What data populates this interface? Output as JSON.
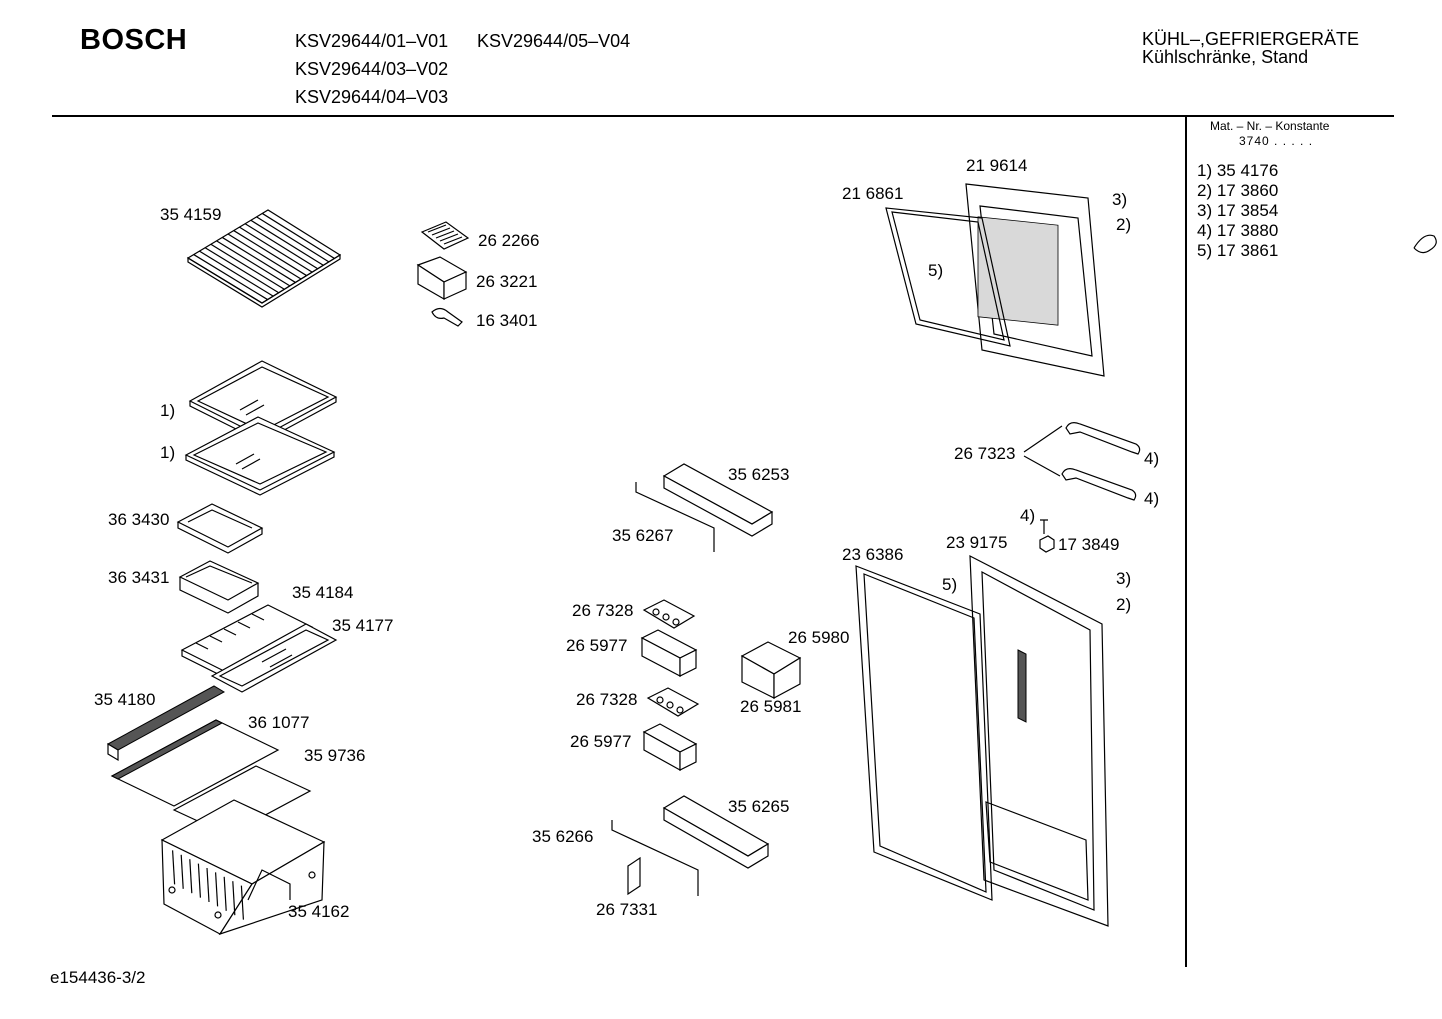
{
  "header": {
    "brand": "BOSCH",
    "models": [
      "KSV29644/01–V01",
      "KSV29644/05–V04",
      "KSV29644/03–V02",
      "KSV29644/04–V03"
    ],
    "category_line1": "KÜHL–,GEFRIERGERÄTE",
    "category_line2": "Kühlschränke, Stand"
  },
  "sidebar": {
    "mat_header": "Mat. – Nr. – Konstante",
    "mat_value": "3740 . . . . .",
    "notes": [
      "1)  35 4176",
      "2)  17 3860",
      "3)  17 3854",
      "4)  17 3880",
      "5)  17 3861"
    ]
  },
  "parts": [
    "35 4159",
    "26 2266",
    "26 3221",
    "16 3401",
    "1)",
    "1)",
    "36 3430",
    "36 3431",
    "35 4184",
    "35 4177",
    "35 4180",
    "36 1077",
    "35 9736",
    "35 4162",
    "35 6253",
    "35 6267",
    "26 7328",
    "26 5977",
    "26 5980",
    "26 7328",
    "26 5981",
    "26 5977",
    "35 6265",
    "35 6266",
    "26 7331",
    "21 9614",
    "21 6861",
    "3)",
    "2)",
    "5)",
    "26 7323",
    "4)",
    "4)",
    "4)",
    "23 9175",
    "17 3849",
    "23 6386",
    "5)",
    "3)",
    "2)"
  ],
  "footer": {
    "code": "e154436-3/2"
  }
}
